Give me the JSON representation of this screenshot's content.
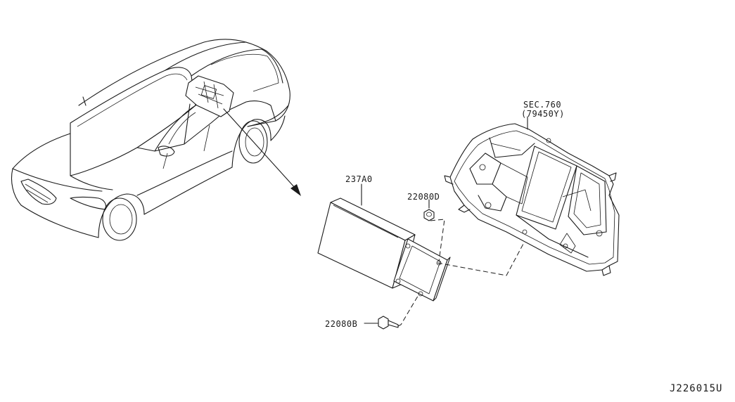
{
  "labels": {
    "part_main": "237A0",
    "part_nut": "22080D",
    "part_bolt": "22080B",
    "section_ref": "SEC.760",
    "section_part": "(79450Y)",
    "diagram_code": "J226015U"
  },
  "icons": {
    "vehicle": "sedan-car-illustration",
    "unit": "control-unit-box",
    "bracket": "mounting-bracket",
    "panel": "rear-parcel-shelf-panel",
    "nut": "hex-nut",
    "bolt": "hex-bolt"
  }
}
